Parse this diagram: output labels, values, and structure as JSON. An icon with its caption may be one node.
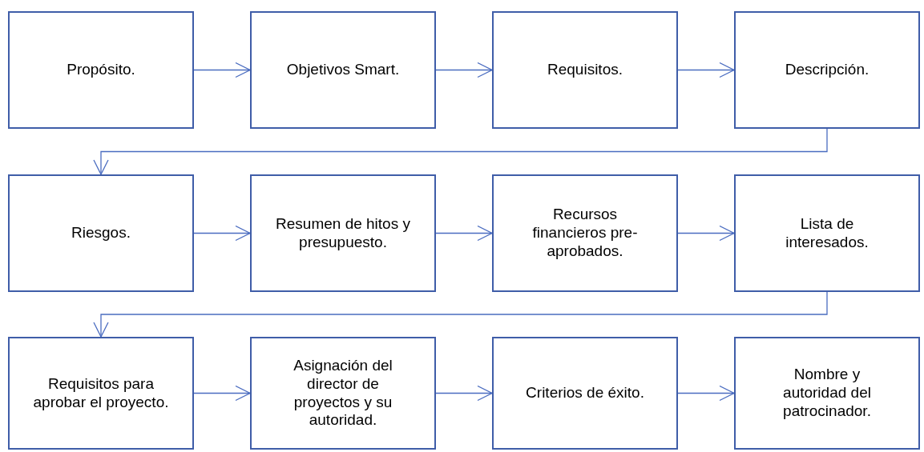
{
  "diagram": {
    "nodes": [
      {
        "text": [
          "Propósito."
        ]
      },
      {
        "text": [
          "Objetivos Smart."
        ]
      },
      {
        "text": [
          "Requisitos."
        ]
      },
      {
        "text": [
          "Descripción."
        ]
      },
      {
        "text": [
          "Riesgos."
        ]
      },
      {
        "text": [
          "Resumen de hitos y presupuesto."
        ]
      },
      {
        "text": [
          "Recursos financieros pre-aprobados."
        ]
      },
      {
        "text": [
          "Lista de interesados."
        ]
      },
      {
        "text": [
          "Requisitos para aprobar el proyecto."
        ]
      },
      {
        "text": [
          "Asignación del director de proyectos y su autoridad."
        ]
      },
      {
        "text": [
          "Criterios de éxito."
        ]
      },
      {
        "text": [
          "Nombre y autoridad del patrocinador."
        ]
      }
    ],
    "edges": [
      {
        "from": 0,
        "to": 1,
        "arrow": "to"
      },
      {
        "from": 1,
        "to": 2,
        "arrow": "to"
      },
      {
        "from": 2,
        "to": 3,
        "arrow": "to"
      },
      {
        "from": 3,
        "to": 4,
        "arrow": "to"
      },
      {
        "from": 4,
        "to": 5,
        "arrow": "to"
      },
      {
        "from": 5,
        "to": 6,
        "arrow": "to"
      },
      {
        "from": 6,
        "to": 7,
        "arrow": "to"
      },
      {
        "from": 7,
        "to": 8,
        "arrow": "to"
      },
      {
        "from": 8,
        "to": 9,
        "arrow": "to"
      },
      {
        "from": 9,
        "to": 10,
        "arrow": "to"
      },
      {
        "from": 10,
        "to": 11,
        "arrow": "to"
      }
    ]
  }
}
